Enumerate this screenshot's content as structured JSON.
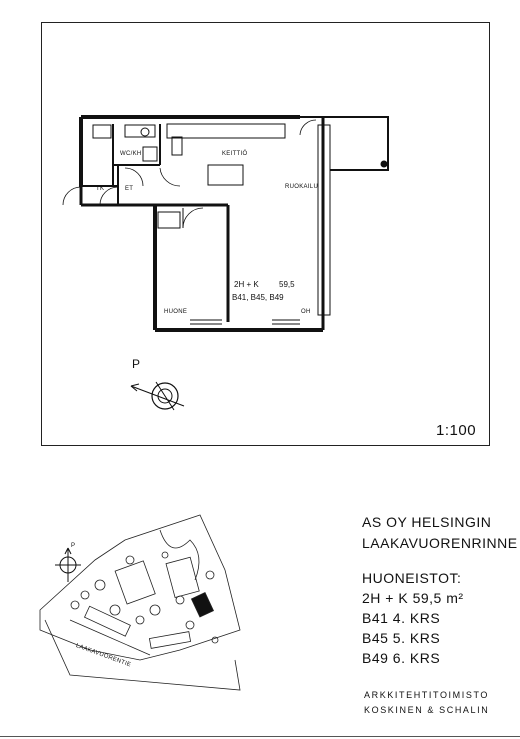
{
  "floor_plan": {
    "rooms": {
      "wc": "WC/KH",
      "kitchen": "KEITTIÖ",
      "dining": "RUOKAILU",
      "closet": "TK",
      "hall": "ET",
      "bedroom": "HUONE",
      "living": "OH"
    },
    "unit_type": "2H + K",
    "unit_area": "59,5",
    "unit_blocks": "B41, B45, B49",
    "scale": "1:100",
    "north_label": "P"
  },
  "site_plan": {
    "north_label": "P",
    "road_name": "LAAKAVUORENTIE"
  },
  "title_block": {
    "company": "AS OY HELSINGIN",
    "project": "LAAKAVUORENRINNE",
    "section_label": "HUONEISTOT:",
    "apartment": "2H + K   59,5 m²",
    "block1": "B41 4. KRS",
    "block2": "B45 5. KRS",
    "block3": "B49 6. KRS",
    "architect1": "ARKKITEHTITOIMISTO",
    "architect2": "KOSKINEN & SCHALIN"
  }
}
